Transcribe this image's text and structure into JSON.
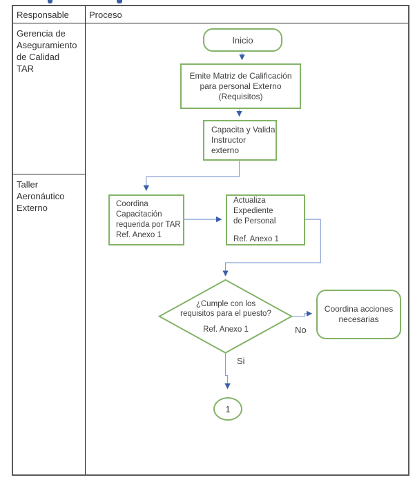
{
  "header": {
    "responsable": "Responsable",
    "proceso": "Proceso"
  },
  "lanes": {
    "lane1": {
      "lines": [
        "Gerencia de",
        "Aseguramiento",
        "de Calidad",
        "TAR"
      ]
    },
    "lane2": {
      "lines": [
        "Taller",
        "Aeronáutico",
        "Externo"
      ]
    }
  },
  "flowchart": {
    "inicio": {
      "label": "Inicio"
    },
    "emite": {
      "lines": [
        "Emite Matriz de Calificación",
        "para personal Externo",
        "(Requisitos)"
      ]
    },
    "capacita": {
      "lines": [
        "Capacita y Valida",
        "Instructor externo"
      ]
    },
    "coordina_capacitacion": {
      "lines": [
        "Coordina",
        "Capacitación",
        "requerida por TAR",
        "Ref. Anexo 1"
      ]
    },
    "actualiza": {
      "lines": [
        "Actualiza Expediente",
        "de Personal"
      ],
      "ref": "Ref. Anexo 1"
    },
    "decision": {
      "lines": [
        "¿Cumple con los",
        "requisitos para el puesto?"
      ],
      "ref": "Ref. Anexo 1"
    },
    "coordina_acciones": {
      "lines": [
        "Coordina acciones",
        "necesarias"
      ]
    },
    "labels": {
      "no": "No",
      "si": "Si"
    },
    "connector": {
      "label": "1"
    }
  },
  "colors": {
    "shape_border_green": "#82B366",
    "connector_blue": "#87A0D6",
    "arrowhead_blue": "#3A5FA9",
    "text": "#404040",
    "table_border": "#595959"
  }
}
